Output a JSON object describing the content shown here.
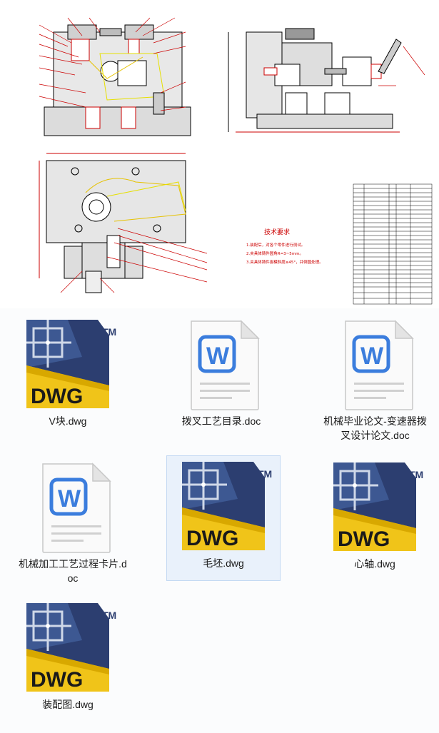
{
  "preview": {
    "notes_title": "技术要求",
    "notes": [
      "1.装配后，对各个零件进行测试。",
      "2.夹具体铸件圆角R=3~5mm。",
      "3.夹具体铸件拔模斜度≤45°，并倒圆处理。"
    ]
  },
  "colors": {
    "dwg_blue": "#2c3e70",
    "dwg_yellow": "#f0c419",
    "doc_blue": "#3b7ddd",
    "selected_bg": "#e9f1fb"
  },
  "files": [
    {
      "name": "V块.dwg",
      "type": "dwg",
      "icon": "dwg-icon"
    },
    {
      "name": "拨叉工艺目录.doc",
      "type": "doc",
      "icon": "word-icon"
    },
    {
      "name": "机械毕业论文-变速器拨叉设计论文.doc",
      "type": "doc",
      "icon": "word-icon"
    },
    {
      "name": "机械加工工艺过程卡片.doc",
      "type": "doc",
      "icon": "word-icon"
    },
    {
      "name": "毛坯.dwg",
      "type": "dwg",
      "icon": "dwg-icon",
      "selected": true
    },
    {
      "name": "心轴.dwg",
      "type": "dwg",
      "icon": "dwg-icon"
    },
    {
      "name": "装配图.dwg",
      "type": "dwg",
      "icon": "dwg-icon"
    }
  ],
  "icon_text": {
    "dwg": "DWG",
    "tm": "TM",
    "word": "W"
  }
}
